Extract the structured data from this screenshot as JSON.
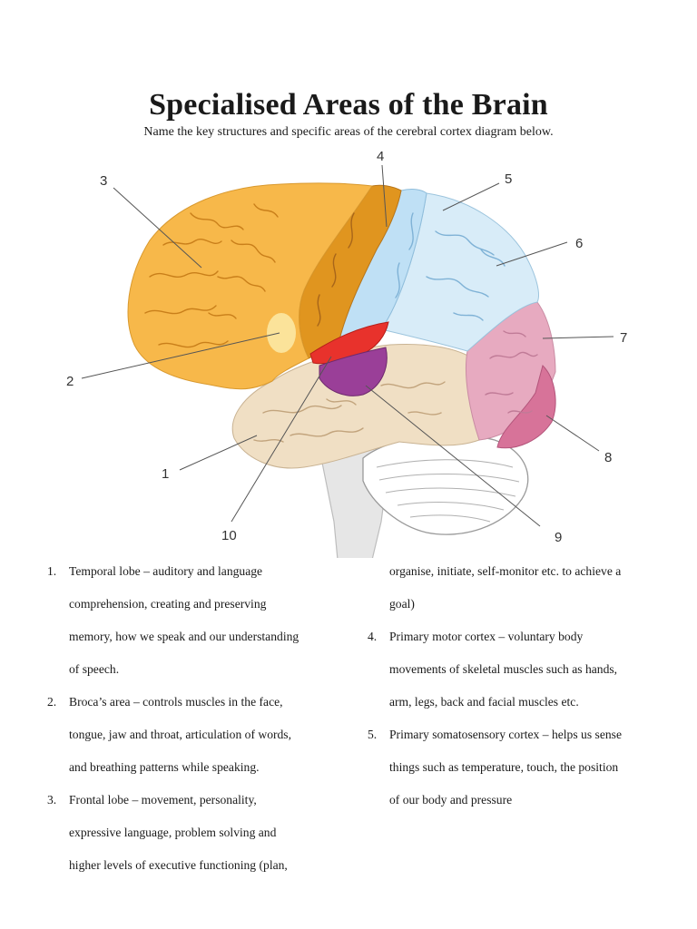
{
  "title": "Specialised Areas of the Brain",
  "subtitle": "Name the key structures and specific areas of the cerebral cortex diagram below.",
  "diagram": {
    "callouts": [
      "1",
      "2",
      "3",
      "4",
      "5",
      "6",
      "7",
      "8",
      "9",
      "10"
    ],
    "region_colors": {
      "frontal": "#f7b84a",
      "primary_motor": "#e0951f",
      "somatosensory": "#bfe0f5",
      "parietal": "#d8ecf8",
      "temporal": "#f0dfc4",
      "occipital": "#e7aac0",
      "visual": "#d77399",
      "broca": "#fbe39a",
      "auditory": "#e8322c",
      "wernicke": "#9a3f98",
      "cerebellum": "#ffffff",
      "brainstem": "#e6e6e6"
    }
  },
  "list_left": [
    {
      "num": "1.",
      "lines": [
        "Temporal lobe – auditory and language",
        "comprehension, creating and preserving",
        "memory, how we speak and our understanding",
        "of speech."
      ]
    },
    {
      "num": "2.",
      "lines": [
        "Broca’s area – controls muscles in the face,",
        "tongue, jaw and throat, articulation of words,",
        "and breathing patterns while speaking."
      ]
    },
    {
      "num": "3.",
      "lines": [
        "Frontal lobe – movement, personality,",
        "expressive language, problem solving and",
        "higher levels of executive functioning (plan,"
      ]
    }
  ],
  "list_right_continuation": [
    "organise, initiate, self-monitor etc. to achieve a",
    "goal)"
  ],
  "list_right": [
    {
      "num": "4.",
      "lines": [
        "Primary motor cortex – voluntary body",
        "movements of skeletal muscles such as hands,",
        "arm, legs, back and facial muscles etc."
      ]
    },
    {
      "num": "5.",
      "lines": [
        "Primary somatosensory cortex – helps us sense",
        "things such as temperature, touch, the position",
        "of our body and pressure"
      ]
    }
  ]
}
